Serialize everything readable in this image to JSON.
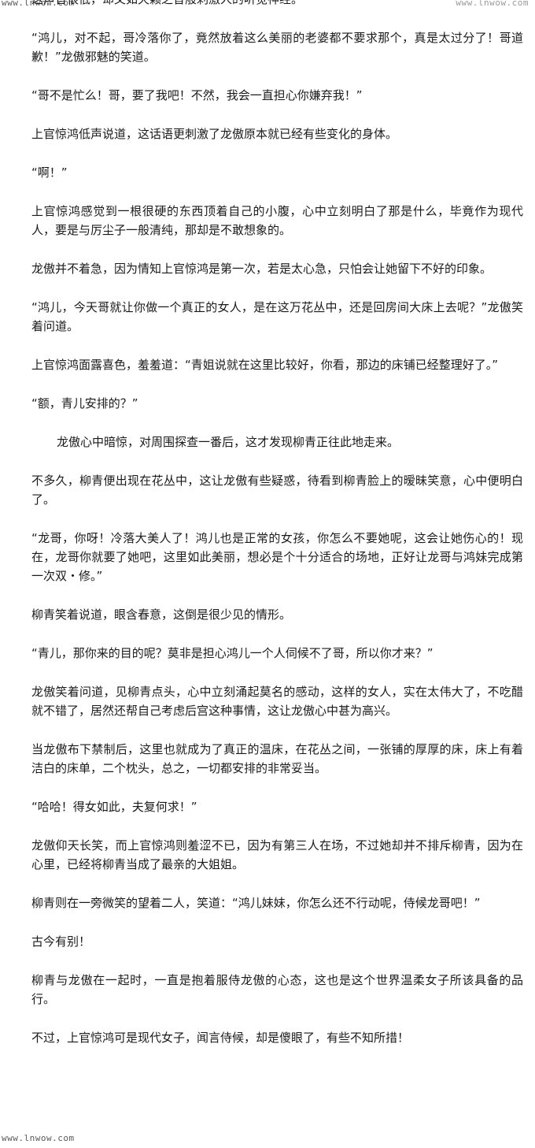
{
  "watermarks": {
    "top_left": "www.lnwow.com",
    "top_right": "www.lnwow.com",
    "bottom_left": "www.lnwow.com"
  },
  "paragraphs": [
    {
      "text": "这声音很低，却又如天籁之音般刺激人的听觉神经。",
      "indent": false
    },
    {
      "text": "“鸿儿，对不起，哥冷落你了，竟然放着这么美丽的老婆都不要求那个，真是太过分了！哥道歉！”龙傲邪魅的笑道。",
      "indent": false
    },
    {
      "text": "“哥不是忙么！哥，要了我吧！不然，我会一直担心你嫌弃我！”",
      "indent": false
    },
    {
      "text": "上官惊鸿低声说道，这话语更刺激了龙傲原本就已经有些变化的身体。",
      "indent": false
    },
    {
      "text": "“啊！”",
      "indent": false
    },
    {
      "text": "上官惊鸿感觉到一根很硬的东西顶着自己的小腹，心中立刻明白了那是什么，毕竟作为现代人，要是与厉尘子一般清纯，那却是不敢想象的。",
      "indent": false
    },
    {
      "text": "龙傲并不着急，因为情知上官惊鸿是第一次，若是太心急，只怕会让她留下不好的印象。",
      "indent": false
    },
    {
      "text": "“鸿儿，今天哥就让你做一个真正的女人，是在这万花丛中，还是回房间大床上去呢？”龙傲笑着问道。",
      "indent": false
    },
    {
      "text": "上官惊鸿面露喜色，羞羞道：“青姐说就在这里比较好，你看，那边的床铺已经整理好了。”",
      "indent": false
    },
    {
      "text": "“额，青儿安排的？”",
      "indent": false
    },
    {
      "text": "龙傲心中暗惊，对周围探查一番后，这才发现柳青正往此地走来。",
      "indent": true
    },
    {
      "text": "不多久，柳青便出现在花丛中，这让龙傲有些疑惑，待看到柳青脸上的暧昧笑意，心中便明白了。",
      "indent": false
    },
    {
      "text": "“龙哥，你呀！冷落大美人了！鸿儿也是正常的女孩，你怎么不要她呢，这会让她伤心的！现在，龙哥你就要了她吧，这里如此美丽，想必是个十分适合的场地，正好让龙哥与鸿妹完成第一次双・修。”",
      "indent": false
    },
    {
      "text": "柳青笑着说道，眼含春意，这倒是很少见的情形。",
      "indent": false
    },
    {
      "text": "“青儿，那你来的目的呢？莫非是担心鸿儿一个人伺候不了哥，所以你才来？”",
      "indent": false
    },
    {
      "text": "龙傲笑着问道，见柳青点头，心中立刻涌起莫名的感动，这样的女人，实在太伟大了，不吃醋就不错了，居然还帮自己考虑后宫这种事情，这让龙傲心中甚为高兴。",
      "indent": false
    },
    {
      "text": "当龙傲布下禁制后，这里也就成为了真正的温床，在花丛之间，一张铺的厚厚的床，床上有着洁白的床单，二个枕头，总之，一切都安排的非常妥当。",
      "indent": false
    },
    {
      "text": "“哈哈！得女如此，夫复何求！”",
      "indent": false
    },
    {
      "text": "龙傲仰天长笑，而上官惊鸿则羞涩不已，因为有第三人在场，不过她却并不排斥柳青，因为在心里，已经将柳青当成了最亲的大姐姐。",
      "indent": false
    },
    {
      "text": "柳青则在一旁微笑的望着二人，笑道：“鸿儿妹妹，你怎么还不行动呢，侍候龙哥吧！”",
      "indent": false
    },
    {
      "text": "古今有别！",
      "indent": false
    },
    {
      "text": "柳青与龙傲在一起时，一直是抱着服侍龙傲的心态，这也是这个世界温柔女子所该具备的品行。",
      "indent": false
    },
    {
      "text": "不过，上官惊鸿可是现代女子，闻言侍候，却是傻眼了，有些不知所措！",
      "indent": false
    }
  ]
}
